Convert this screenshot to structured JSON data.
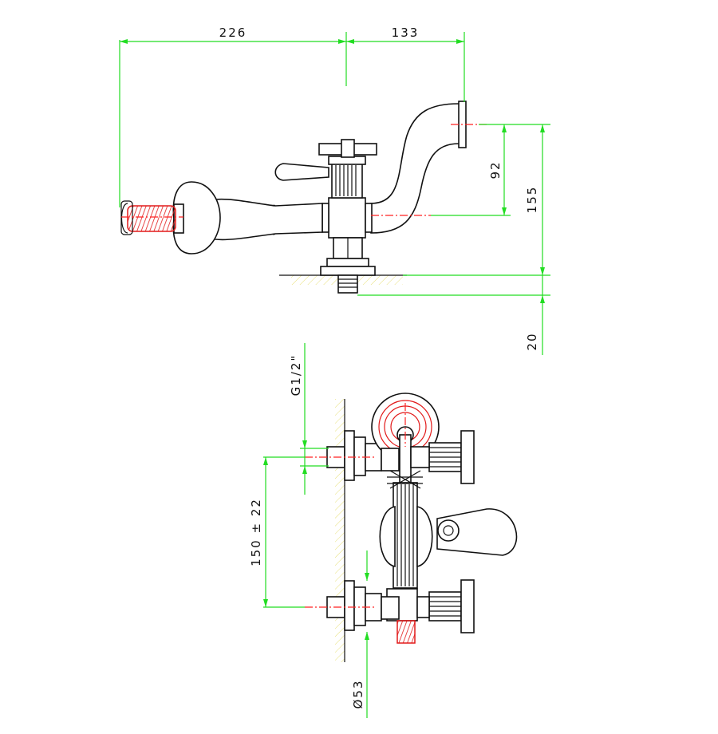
{
  "dimensions": {
    "top_length": "226",
    "spout_reach": "133",
    "outlet_offset": "92",
    "outlet_height": "155",
    "connector_length": "20",
    "thread_size": "G1/2\"",
    "centre_distance": "150 ± 22",
    "flange_diameter": "Ø53"
  },
  "colors": {
    "dimension_line": "#22dd22",
    "center_line": "#ff2222",
    "outline": "#111111",
    "wall_hatch": "#e8e07a"
  }
}
